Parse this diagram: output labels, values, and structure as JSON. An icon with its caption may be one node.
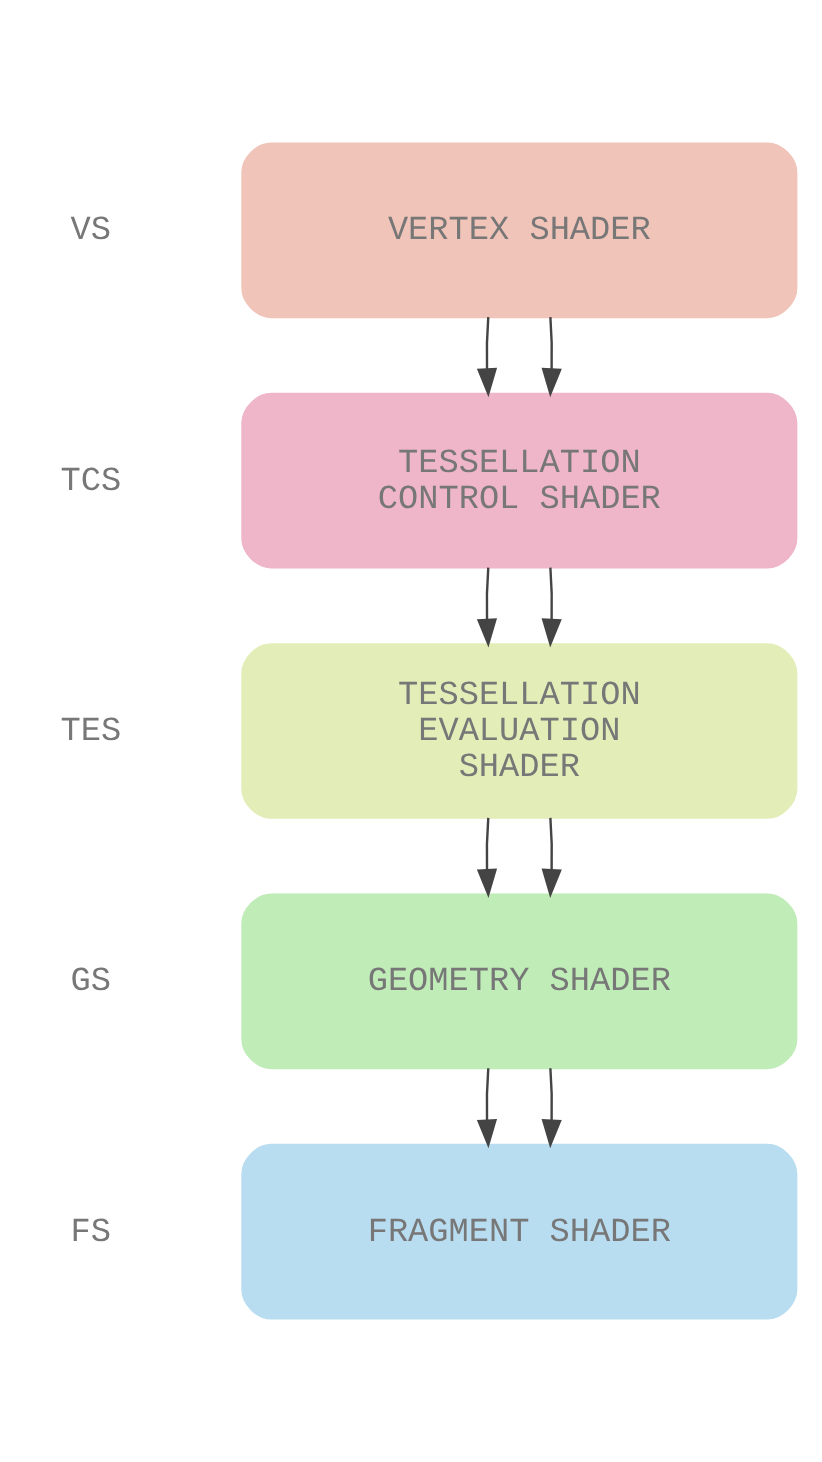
{
  "diagram": {
    "nodes": [
      {
        "text": [
          "VERTEX SHADER"
        ],
        "beside": [
          "VS"
        ]
      },
      {
        "text": [
          "TESSELLATION CONTROL SHADER"
        ],
        "beside": [
          "TCS"
        ]
      },
      {
        "text": [
          "TESSELLATION EVALUATION SHADER"
        ],
        "beside": [
          "TES"
        ]
      },
      {
        "text": [
          "GEOMETRY SHADER"
        ],
        "beside": [
          "GS"
        ]
      },
      {
        "text": [
          "FRAGMENT SHADER"
        ],
        "beside": [
          "FS"
        ]
      }
    ],
    "edges": [
      {
        "from": 0,
        "to": 1,
        "arrow": "to"
      },
      {
        "from": 0,
        "to": 1,
        "arrow": "to"
      },
      {
        "from": 1,
        "to": 2,
        "arrow": "to"
      },
      {
        "from": 1,
        "to": 2,
        "arrow": "to"
      },
      {
        "from": 2,
        "to": 3,
        "arrow": "to"
      },
      {
        "from": 2,
        "to": 3,
        "arrow": "to"
      },
      {
        "from": 3,
        "to": 4,
        "arrow": "to"
      },
      {
        "from": 3,
        "to": 4,
        "arrow": "to"
      }
    ]
  }
}
